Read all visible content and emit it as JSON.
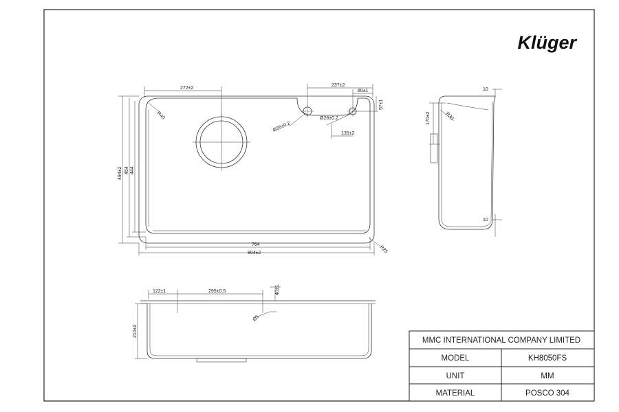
{
  "brand": {
    "logo_text": "Klüger"
  },
  "plan_view": {
    "dims": {
      "d272": "272±2",
      "d237": "237±2",
      "d80": "80±1",
      "d57": "57±1",
      "r40": "R40",
      "d35": "Ø35±0.2",
      "d28": "Ø28±0.2",
      "d135": "135±2",
      "d494": "494±2",
      "d454": "454",
      "d444": "444",
      "d764": "764",
      "d804": "804±2",
      "r25": "R25"
    }
  },
  "side_view": {
    "dims": {
      "d10_top": "10",
      "d170": "170±2",
      "r30": "R30",
      "d10_bottom": "10"
    }
  },
  "front_view": {
    "dims": {
      "d122": "122±1",
      "d295": "295±0.5",
      "d40": "40±1",
      "d5": "Ø5",
      "d210": "210±2"
    }
  },
  "title_block": {
    "company": "MMC INTERNATIONAL COMPANY LIMITED",
    "rows": [
      {
        "label": "MODEL",
        "value": "KH8050FS"
      },
      {
        "label": "UNIT",
        "value": "MM"
      },
      {
        "label": "MATERIAL",
        "value": "POSCO 304"
      }
    ]
  }
}
